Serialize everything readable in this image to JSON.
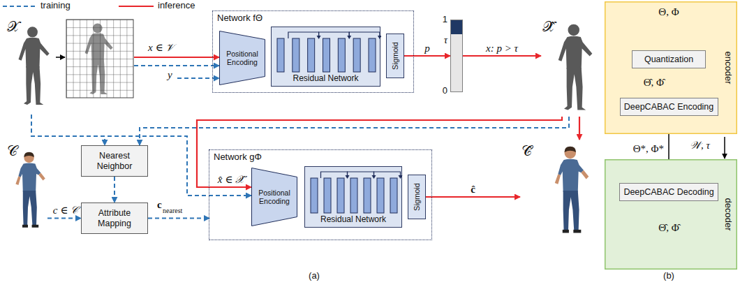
{
  "diagram": {
    "nodes": [
      {
        "text": [
          "𝒳"
        ]
      },
      {
        "text": [
          "Network fΘ"
        ]
      },
      {
        "text": [
          "Positional Encoding"
        ],
        "in": 1
      },
      {
        "text": [
          "Residual Network"
        ],
        "in": 1
      },
      {
        "text": [
          "Sigmoid"
        ],
        "in": 1
      },
      {
        "text": [
          "1",
          "τ",
          "0"
        ]
      },
      {
        "text": [
          "𝒳̂"
        ]
      },
      {
        "text": [
          "Nearest Neighbor"
        ]
      },
      {
        "text": [
          "𝒞"
        ]
      },
      {
        "text": [
          "Attribute Mapping"
        ]
      },
      {
        "text": [
          "Network gΦ"
        ]
      },
      {
        "text": [
          "Positional Encoding"
        ],
        "in": 10
      },
      {
        "text": [
          "Residual Network"
        ],
        "in": 10
      },
      {
        "text": [
          "Sigmoid"
        ],
        "in": 10
      },
      {
        "text": [
          "𝒞̂"
        ]
      },
      {
        "text": [
          "encoder"
        ]
      },
      {
        "text": [
          "Quantization"
        ],
        "in": 15
      },
      {
        "text": [
          "DeepCABAC Encoding"
        ],
        "in": 15
      },
      {
        "text": [
          "decoder"
        ]
      },
      {
        "text": [
          "DeepCABAC Decoding"
        ],
        "in": 18
      }
    ],
    "edges": [
      {
        "from": 4,
        "to": 5,
        "arrow": "to",
        "label": "p"
      },
      {
        "from": 5,
        "to": 6,
        "arrow": "to",
        "label": "x: p > τ"
      },
      {
        "from": 0,
        "to": 7,
        "arrow": "to"
      },
      {
        "from": 0,
        "to": 11,
        "arrow": "to"
      },
      {
        "from": 6,
        "to": 7,
        "arrow": "to"
      },
      {
        "from": 6,
        "to": 11,
        "arrow": "to",
        "label": "x̂ ∈ 𝒳̂"
      },
      {
        "from": 6,
        "to": 14,
        "arrow": "to"
      },
      {
        "from": 8,
        "to": 9,
        "arrow": "to",
        "label": "c ∈ 𝒞"
      },
      {
        "from": 7,
        "to": 9,
        "arrow": "to"
      },
      {
        "from": 9,
        "to": 10,
        "arrow": "to"
      },
      {
        "from": 13,
        "to": 14,
        "arrow": "to",
        "label": "ĉ"
      },
      {
        "from": 16,
        "to": 17,
        "arrow": "to",
        "label": "Θ̂, Φ̂"
      },
      {
        "from": 17,
        "to": 19,
        "arrow": "to",
        "label": "Θ*, Φ*"
      }
    ],
    "labels": [
      "x ∈ 𝒱",
      "y",
      "c",
      "nearest",
      "Θ, Φ",
      "𝒲, τ",
      "Θ̂, Φ̂",
      "(a)",
      "(b)"
    ],
    "legend": [
      {
        "text": "training"
      },
      {
        "text": "inference"
      }
    ]
  }
}
